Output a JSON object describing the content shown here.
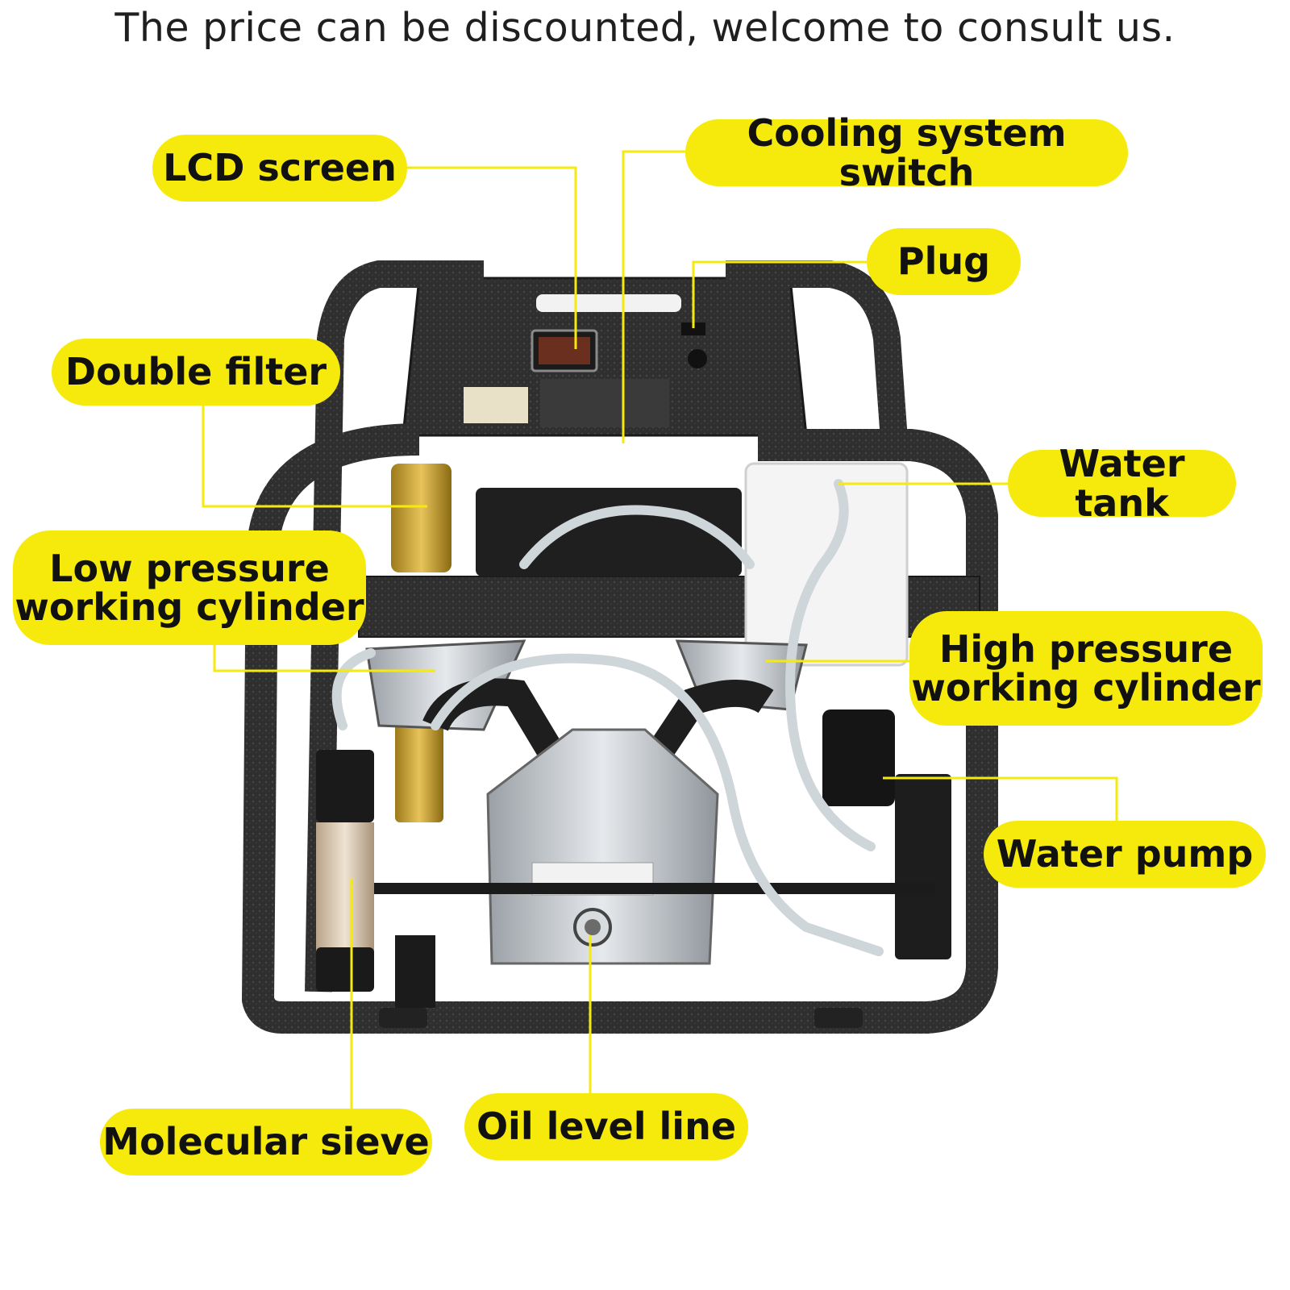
{
  "headline": "The price can be discounted, welcome to consult us.",
  "callouts": {
    "lcd_screen": "LCD screen",
    "cooling_switch": "Cooling system switch",
    "plug": "Plug",
    "double_filter": "Double filter",
    "water_tank": "Water tank",
    "low_pressure": "Low pressure\nworking cylinder",
    "high_pressure": "High pressure\nworking cylinder",
    "water_pump": "Water pump",
    "molecular_sieve": "Molecular sieve",
    "oil_level": "Oil level line"
  },
  "colors": {
    "callout_fill": "#f6ea0c",
    "leader_line": "#f6ea0c",
    "frame": "#2b2b2b",
    "aluminum": "#c9cdd1"
  }
}
